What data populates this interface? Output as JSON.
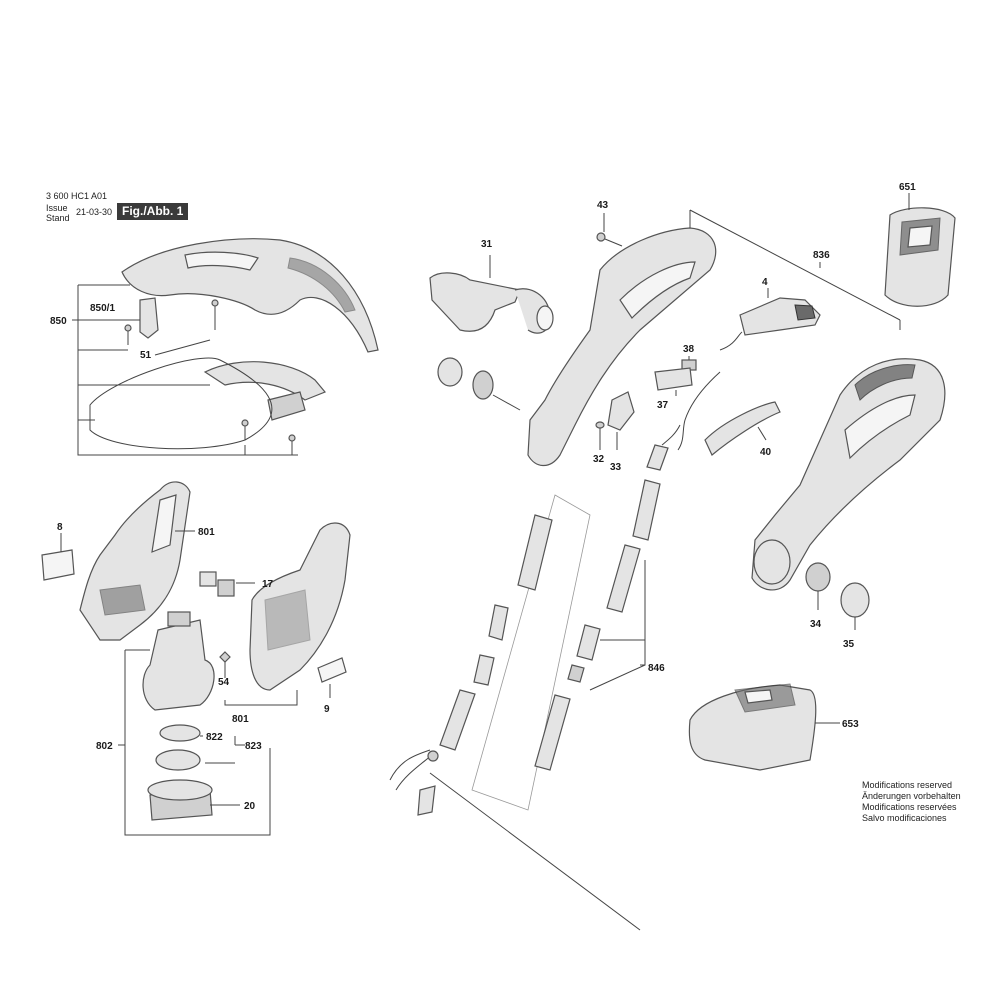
{
  "header": {
    "part_number": "3 600 HC1 A01",
    "issue_label": "Issue",
    "stand_label": "Stand",
    "date": "21-03-30",
    "figure_label": "Fig./Abb. 1"
  },
  "notes": [
    "Modifications reserved",
    "Änderungen vorbehalten",
    "Modifications reservées",
    "Salvo modificaciones"
  ],
  "labels": {
    "p850": "850",
    "p850_1": "850/1",
    "p51": "51",
    "p8": "8",
    "p801a": "801",
    "p17": "17",
    "p54": "54",
    "p801b": "801",
    "p9": "9",
    "p802": "802",
    "p822": "822",
    "p823": "823",
    "p20": "20",
    "p31": "31",
    "p43": "43",
    "p836": "836",
    "p4": "4",
    "p38": "38",
    "p37": "37",
    "p32": "32",
    "p33": "33",
    "p40": "40",
    "p651": "651",
    "p846": "846",
    "p34": "34",
    "p35": "35",
    "p653": "653"
  },
  "colors": {
    "background": "#ffffff",
    "line": "#444444",
    "part_fill": "#e4e4e4",
    "badge": "#3a3a3a"
  }
}
